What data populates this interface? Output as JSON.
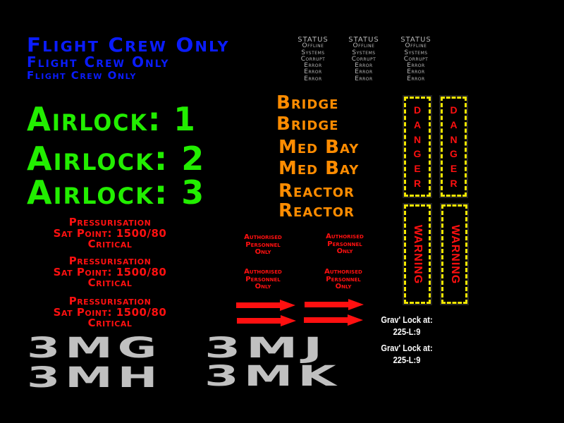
{
  "crew_signs": [
    "Flight Crew Only",
    "Flight Crew Only",
    "Flight Crew Only"
  ],
  "status_columns": [
    [
      "STATUS",
      "Offline",
      "Systems",
      "Corrupt",
      "Error",
      "Error",
      "Error"
    ],
    [
      "STATUS",
      "Offline",
      "Systems",
      "Corrupt",
      "Error",
      "Error",
      "Error"
    ],
    [
      "STATUS",
      "Offline",
      "Systems",
      "Corrupt",
      "Error",
      "Error",
      "Error"
    ]
  ],
  "airlocks": [
    "Airlock: 1",
    "Airlock: 2",
    "Airlock: 3"
  ],
  "locations": [
    "Bridge",
    "Bridge",
    "Med Bay",
    "Med Bay",
    "Reactor",
    "Reactor"
  ],
  "danger_signs": [
    "DANGER",
    "DANGER"
  ],
  "warning_signs": [
    "WARNING",
    "WARNING"
  ],
  "pressure_blocks": [
    {
      "title": "Pressurisation",
      "sat": "Sat Point: 1500/80",
      "state": "Critical"
    },
    {
      "title": "Pressurisation",
      "sat": "Sat Point: 1500/80",
      "state": "Critical"
    },
    {
      "title": "Pressurisation",
      "sat": "Sat Point: 1500/80",
      "state": "Critical"
    }
  ],
  "auth_signs": [
    [
      "Authorised",
      "Personnel",
      "Only"
    ],
    [
      "Authorised",
      "Personnel",
      "Only"
    ],
    [
      "Authorised",
      "Personnel",
      "Only"
    ],
    [
      "Authorised",
      "Personnel",
      "Only"
    ]
  ],
  "grav_locks": [
    {
      "line1": "Grav' Lock at:",
      "line2": "225-L:9"
    },
    {
      "line1": "Grav' Lock at:",
      "line2": "225-L:9"
    }
  ],
  "codes": [
    "3MG",
    "3MH",
    "3MJ",
    "3MK"
  ],
  "colors": {
    "blue": "#0a1cff",
    "green": "#22ee00",
    "orange": "#ff8c00",
    "red": "#ff1010",
    "gray": "#c0c0c0",
    "hazard": "#f2e600"
  }
}
